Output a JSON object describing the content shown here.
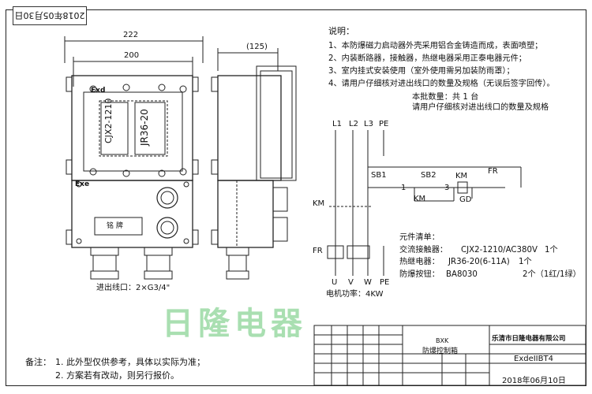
{
  "date_stamp": "2018年05月30日",
  "dimensions": {
    "width_outer": "222",
    "width_inner": "200",
    "depth": "(125)"
  },
  "front_panel": {
    "exd_label": "Exd",
    "exe_label": "Exe",
    "contactor_model": "CJX2-1210",
    "relay_model": "JR36-20",
    "nameplate": "铭  牌"
  },
  "inlet_label": "进出线口：2×G3/4\"",
  "notes": {
    "title": "说明：",
    "items": [
      "1、本防爆磁力启动器外壳采用铝合金铸造而成，表面喷塑；",
      "2、内装断路器，接触器，热继电器采用正泰电器元件；",
      "3、室内挂式安装使用（室外使用需另加装防雨罩）；",
      "4、请用户仔细核对进出线口的数量及规格（无误后签字回传）。"
    ],
    "batch_line": "本批数量：共 1 台",
    "verify_line": "请用户仔细核对进出线口的数量及规格"
  },
  "schematic": {
    "phases": [
      "L1",
      "L2",
      "L3",
      "PE"
    ],
    "sb1": "SB1",
    "sb2": "SB2",
    "km": "KM",
    "km_left": "KM",
    "km_contact": "KM",
    "fr_top": "FR",
    "fr_left": "FR",
    "gd": "GD",
    "node1": "1",
    "node3": "3",
    "outputs": [
      "U",
      "V",
      "W",
      "PE"
    ],
    "motor_power": "电机功率：4KW"
  },
  "components": {
    "title": "元件清单：",
    "rows": [
      {
        "name": "交流接触器：",
        "model": "CJX2-1210/AC380V",
        "qty": "1个"
      },
      {
        "name": "热继电器：",
        "model": "JR36-20(6-11A)",
        "qty": "1个"
      },
      {
        "name": "防爆按钮：",
        "model": "BA8030",
        "qty": "2个（1红/1绿）"
      }
    ]
  },
  "remarks": {
    "label": "备注：",
    "line1": "1. 此外型仅供参考，具体以实际为准；",
    "line2": "2. 方案若有改动，则另行报价。"
  },
  "title_block": {
    "product_en": "BXK",
    "product_cn": "防爆控制箱",
    "company": "乐清市日隆电器有限公司",
    "model": "ExdeIIBT4",
    "date": "2018年06月10日"
  },
  "watermark": "日隆电器"
}
